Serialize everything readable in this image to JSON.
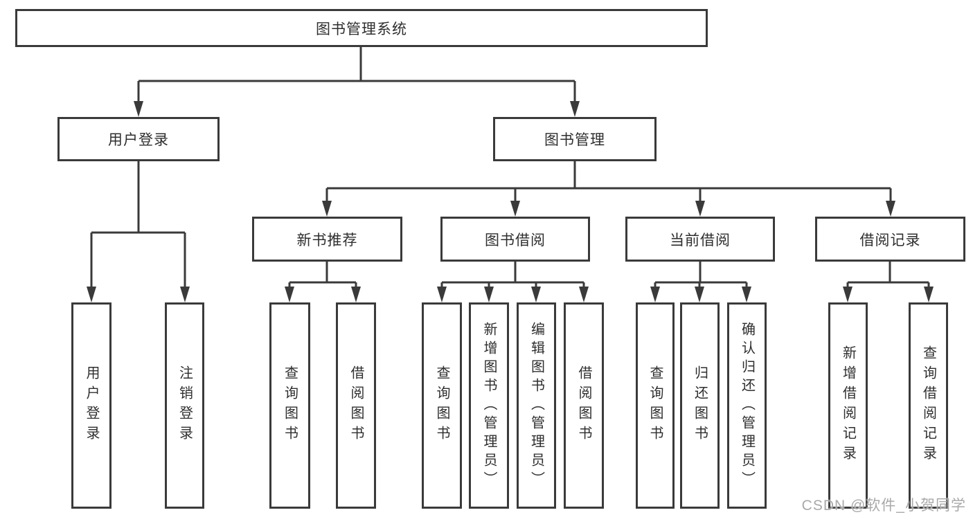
{
  "diagram": {
    "title": "图书管理系统",
    "root": {
      "label": "图书管理系统"
    },
    "level2": [
      {
        "id": "user-login",
        "label": "用户登录"
      },
      {
        "id": "book-management",
        "label": "图书管理"
      }
    ],
    "level3": [
      {
        "id": "new-book-recommend",
        "label": "新书推荐",
        "parent": "图书管理"
      },
      {
        "id": "book-borrow",
        "label": "图书借阅",
        "parent": "图书管理"
      },
      {
        "id": "current-borrow",
        "label": "当前借阅",
        "parent": "图书管理"
      },
      {
        "id": "borrow-records",
        "label": "借阅记录",
        "parent": "图书管理"
      }
    ],
    "leaves": [
      {
        "id": "leaf-user-login",
        "label": "用户登录",
        "parent": "用户登录"
      },
      {
        "id": "leaf-logout",
        "label": "注销登录",
        "parent": "用户登录"
      },
      {
        "id": "leaf-query-book-1",
        "label": "查询图书",
        "parent": "新书推荐"
      },
      {
        "id": "leaf-borrow-book-1",
        "label": "借阅图书",
        "parent": "新书推荐"
      },
      {
        "id": "leaf-query-book-2",
        "label": "查询图书",
        "parent": "图书借阅"
      },
      {
        "id": "leaf-add-book",
        "label": "新增图书（管理员）",
        "parent": "图书借阅"
      },
      {
        "id": "leaf-edit-book",
        "label": "编辑图书（管理员）",
        "parent": "图书借阅"
      },
      {
        "id": "leaf-borrow-book-2",
        "label": "借阅图书",
        "parent": "图书借阅"
      },
      {
        "id": "leaf-query-book-3",
        "label": "查询图书",
        "parent": "当前借阅"
      },
      {
        "id": "leaf-return-book",
        "label": "归还图书",
        "parent": "当前借阅"
      },
      {
        "id": "leaf-confirm-return",
        "label": "确认归还（管理员）",
        "parent": "当前借阅"
      },
      {
        "id": "leaf-add-record",
        "label": "新增借阅记录",
        "parent": "借阅记录"
      },
      {
        "id": "leaf-query-record",
        "label": "查询借阅记录",
        "parent": "借阅记录"
      }
    ]
  },
  "colors": {
    "line": "#3a3a3a",
    "text": "#2e2e2e",
    "background": "#ffffff",
    "watermark": "#a9a9a9"
  },
  "watermark": {
    "text": "CSDN @软件_小贺同学"
  }
}
